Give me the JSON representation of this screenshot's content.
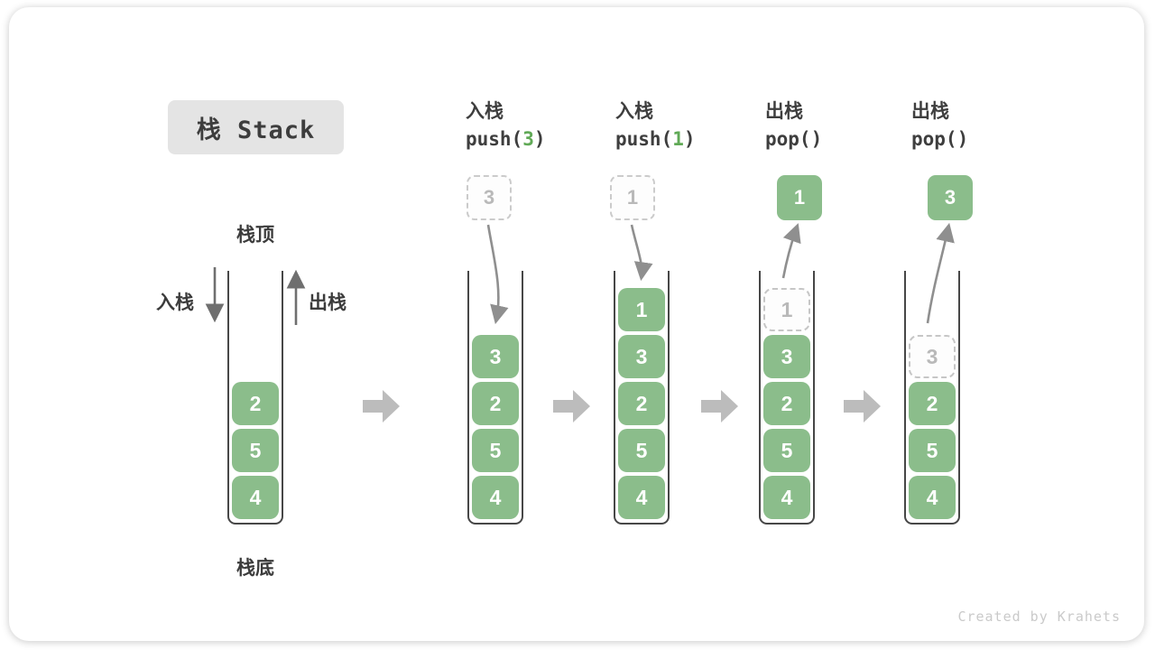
{
  "title": "栈 Stack",
  "labels": {
    "stack_top": "栈顶",
    "stack_bottom": "栈底",
    "push": "入栈",
    "pop": "出栈"
  },
  "watermark": "Created by Krahets",
  "colors": {
    "cell_green": "#8bbd8b",
    "code_arg_green": "#60a956",
    "curved_arrow_gray": "#8f8f8f",
    "direction_arrow_gray": "#6f6f6f",
    "block_arrow_gray": "#bcbcbc",
    "text_dark": "#3c3c3c",
    "ghost_gray": "#c6c6c6",
    "title_bg": "#e4e4e4"
  },
  "steps": [
    {
      "name": "initial",
      "cells": [
        "2",
        "5",
        "4"
      ]
    },
    {
      "name": "push-3",
      "header": {
        "line1": "入栈",
        "code_pre": "push(",
        "arg": "3",
        "code_post": ")"
      },
      "float": {
        "value": "3",
        "type": "ghost"
      },
      "arrow": "push",
      "cells": [
        "3",
        "2",
        "5",
        "4"
      ]
    },
    {
      "name": "push-1",
      "header": {
        "line1": "入栈",
        "code_pre": "push(",
        "arg": "1",
        "code_post": ")"
      },
      "float": {
        "value": "1",
        "type": "ghost"
      },
      "arrow": "push",
      "cells": [
        "1",
        "3",
        "2",
        "5",
        "4"
      ]
    },
    {
      "name": "pop-1",
      "header": {
        "line1": "出栈",
        "code_pre": "pop(",
        "arg": "",
        "code_post": ")"
      },
      "float": {
        "value": "1",
        "type": "solid"
      },
      "arrow": "pop",
      "ghost_cell": "1",
      "cells": [
        "3",
        "2",
        "5",
        "4"
      ]
    },
    {
      "name": "pop-3",
      "header": {
        "line1": "出栈",
        "code_pre": "pop(",
        "arg": "",
        "code_post": ")"
      },
      "float": {
        "value": "3",
        "type": "solid"
      },
      "arrow": "pop",
      "ghost_cell": "3",
      "cells": [
        "2",
        "5",
        "4"
      ]
    }
  ]
}
